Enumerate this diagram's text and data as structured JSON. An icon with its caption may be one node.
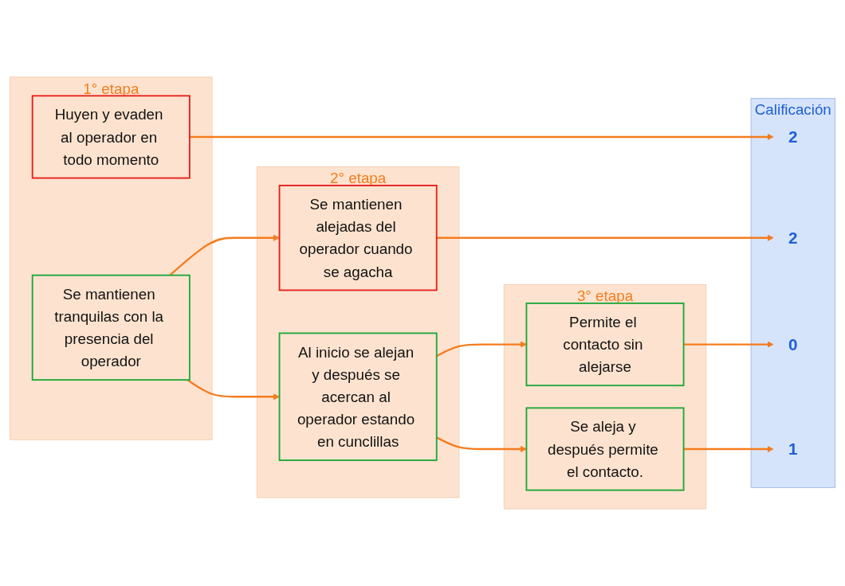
{
  "diagram": {
    "nodes": [
      {
        "text": [
          "1° etapa"
        ]
      },
      {
        "text": [
          "Huyen y evaden al operador en todo momento"
        ],
        "in": 0
      },
      {
        "text": [
          "Se mantienen tranquilas con la presencia del operador"
        ],
        "in": 0
      },
      {
        "text": [
          "2° etapa"
        ]
      },
      {
        "text": [
          "Se mantienen alejadas del operador cuando se agacha"
        ],
        "in": 3
      },
      {
        "text": [
          "Al inicio se alejan y después se acercan al operador estando en cunclillas"
        ],
        "in": 3
      },
      {
        "text": [
          "3° etapa"
        ]
      },
      {
        "text": [
          "Permite el contacto sin alejarse"
        ],
        "in": 6
      },
      {
        "text": [
          "Se aleja y después permite el contacto."
        ],
        "in": 6
      },
      {
        "text": [
          "Calificación"
        ]
      },
      {
        "text": [
          "2"
        ],
        "in": 9
      },
      {
        "text": [
          "2"
        ],
        "in": 9
      },
      {
        "text": [
          "0"
        ],
        "in": 9
      },
      {
        "text": [
          "1"
        ],
        "in": 9
      }
    ],
    "edges": [
      {
        "from": 1,
        "to": 10,
        "arrow": "to"
      },
      {
        "from": 2,
        "to": 4,
        "arrow": "to"
      },
      {
        "from": 2,
        "to": 5,
        "arrow": "to"
      },
      {
        "from": 4,
        "to": 11,
        "arrow": "to"
      },
      {
        "from": 5,
        "to": 7,
        "arrow": "to"
      },
      {
        "from": 5,
        "to": 8,
        "arrow": "to"
      },
      {
        "from": 7,
        "to": 12,
        "arrow": "to"
      },
      {
        "from": 8,
        "to": 13,
        "arrow": "to"
      }
    ]
  }
}
